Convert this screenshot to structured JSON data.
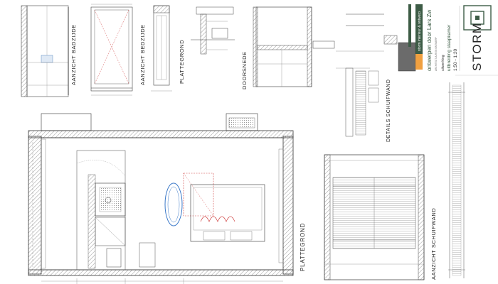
{
  "labels": {
    "aanzicht_badzijde": "AANZICHT BADZIJDE",
    "aanzicht_bedzijde": "AANZICHT BEDZIJDE",
    "plattegrond_detail": "PLATTEGROND",
    "doorsnede": "DOORSNEDE",
    "details_schuifwand": "DETAILS SCHUIFWAND",
    "plattegrond_main": "PLATTEGROND",
    "aanzicht_schuifwand": "AANZICHT SCHUIFWAND"
  },
  "title_block": {
    "company": "STORM",
    "designer": "ontwerpen door Lars Zw",
    "discipline": "uitwerking",
    "project": "uitbreiding slaapkamer",
    "scale": "1:50 - 1:20",
    "banner": "storm interieur & ontwerp",
    "subline": "ARCHITECTUUR EN ONTWERP"
  },
  "colors": {
    "line": "#333333",
    "light_line": "#888888",
    "hatch": "#9a9a9a",
    "red_dash": "#d04040",
    "blue_bath": "#3a78c8",
    "logo_green": "#3d5c46",
    "accent_orange": "#f0a040"
  }
}
